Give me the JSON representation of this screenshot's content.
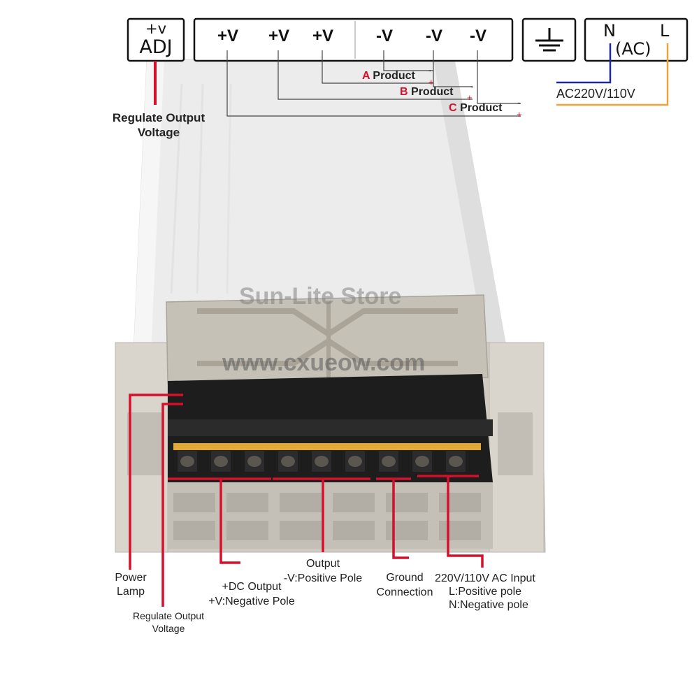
{
  "colors": {
    "red": "#d4102a",
    "navy": "#1b2b93",
    "orange": "#f0a23a",
    "box_border": "#111111",
    "housing": "#e9e9e9",
    "plastic": "#c9c5bd",
    "terminal": "#1c1c1c",
    "brass": "#e0a93a"
  },
  "top_panel": {
    "adj_box": {
      "line1": "+v",
      "line2": "ADJ"
    },
    "terminals": [
      {
        "label": "+V"
      },
      {
        "label": "+V"
      },
      {
        "label": "+V"
      },
      {
        "label": "-V"
      },
      {
        "label": "-V"
      },
      {
        "label": "-V"
      }
    ],
    "ground_symbol": "ground-icon",
    "ac_box": {
      "n": "N",
      "l": "L",
      "ac": "(AC)"
    },
    "ac_voltage": "AC220V/110V",
    "regulate_label": {
      "line1": "Regulate Output",
      "line2": "Voltage"
    },
    "products": [
      {
        "letter": "A",
        "text": "Product",
        "minus": "-",
        "plus": "+"
      },
      {
        "letter": "B",
        "text": "Product",
        "minus": "-",
        "plus": "+"
      },
      {
        "letter": "C",
        "text": "Product",
        "minus": "-",
        "plus": "+"
      }
    ]
  },
  "watermarks": {
    "store": "Sun-Lite Store",
    "site": "www.cxueow.com"
  },
  "callouts": {
    "power_lamp": {
      "line1": "Power",
      "line2": "Lamp"
    },
    "regulate_small": {
      "line1": "Regulate Output",
      "line2": "Voltage"
    },
    "dc_output": {
      "line1": "+DC Output",
      "line2": "+V:Negative Pole"
    },
    "output": {
      "line1": "Output",
      "line2": "-V:Positive Pole"
    },
    "ground": {
      "line1": "Ground",
      "line2": "Connection"
    },
    "ac_input": {
      "line1": "220V/110V AC Input",
      "line2": "L:Positive pole",
      "line3": "N:Negative pole"
    }
  }
}
